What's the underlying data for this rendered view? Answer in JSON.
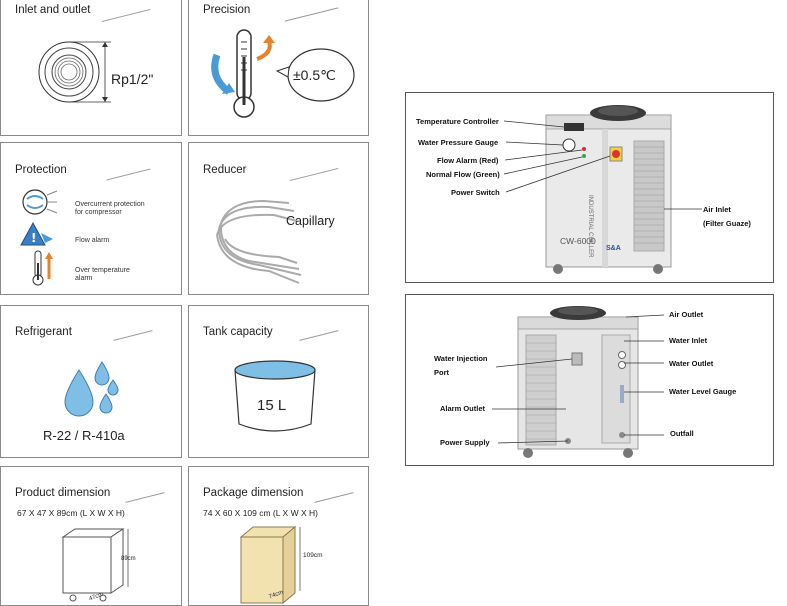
{
  "cards": {
    "inlet": {
      "title": "Inlet and outlet",
      "size_label": "Rp1/2\""
    },
    "precision": {
      "title": "Precision",
      "value": "±0.5℃"
    },
    "protection": {
      "title": "Protection",
      "items": [
        "Overcurrent protection\nfor compressor",
        "Flow alarm",
        "Over temperature\nalarm"
      ]
    },
    "reducer": {
      "title": "Reducer",
      "label": "Capillary"
    },
    "refrigerant": {
      "title": "Refrigerant",
      "value": "R-22 / R-410a"
    },
    "tank": {
      "title": "Tank capacity",
      "value": "15 L"
    },
    "product_dim": {
      "title": "Product dimension",
      "dims": "67 X 47 X 89cm (L X W X H)",
      "height_label": "89cm",
      "depth_label": "47cm"
    },
    "package_dim": {
      "title": "Package dimension",
      "dims": "74 X 60 X 109 cm (L X W X H)",
      "height_label": "109cm",
      "depth_label": "74cm"
    }
  },
  "front_panel": {
    "model": "CW-6000",
    "brand": "S&A",
    "side_text": "INDUSTRIAL CHILLER",
    "labels": {
      "temp_controller": "Temperature Controller",
      "pressure_gauge": "Water Pressure Gauge",
      "flow_alarm": "Flow Alarm (Red)",
      "normal_flow": "Normal Flow (Green)",
      "power_switch": "Power Switch",
      "air_inlet": "Air Inlet",
      "filter": "(Filter Guaze)"
    }
  },
  "back_panel": {
    "labels": {
      "air_outlet": "Air Outlet",
      "water_inlet": "Water Inlet",
      "water_outlet": "Water Outlet",
      "water_level": "Water Level Gauge",
      "injection": "Water Injection",
      "port": "Port",
      "alarm_outlet": "Alarm Outlet",
      "outfall": "Outfall",
      "power_supply": "Power Supply"
    }
  },
  "colors": {
    "accent_blue": "#4a9ad6",
    "accent_orange": "#e8822a",
    "water": "#7fbfe6",
    "box": "#f2e2b0"
  }
}
